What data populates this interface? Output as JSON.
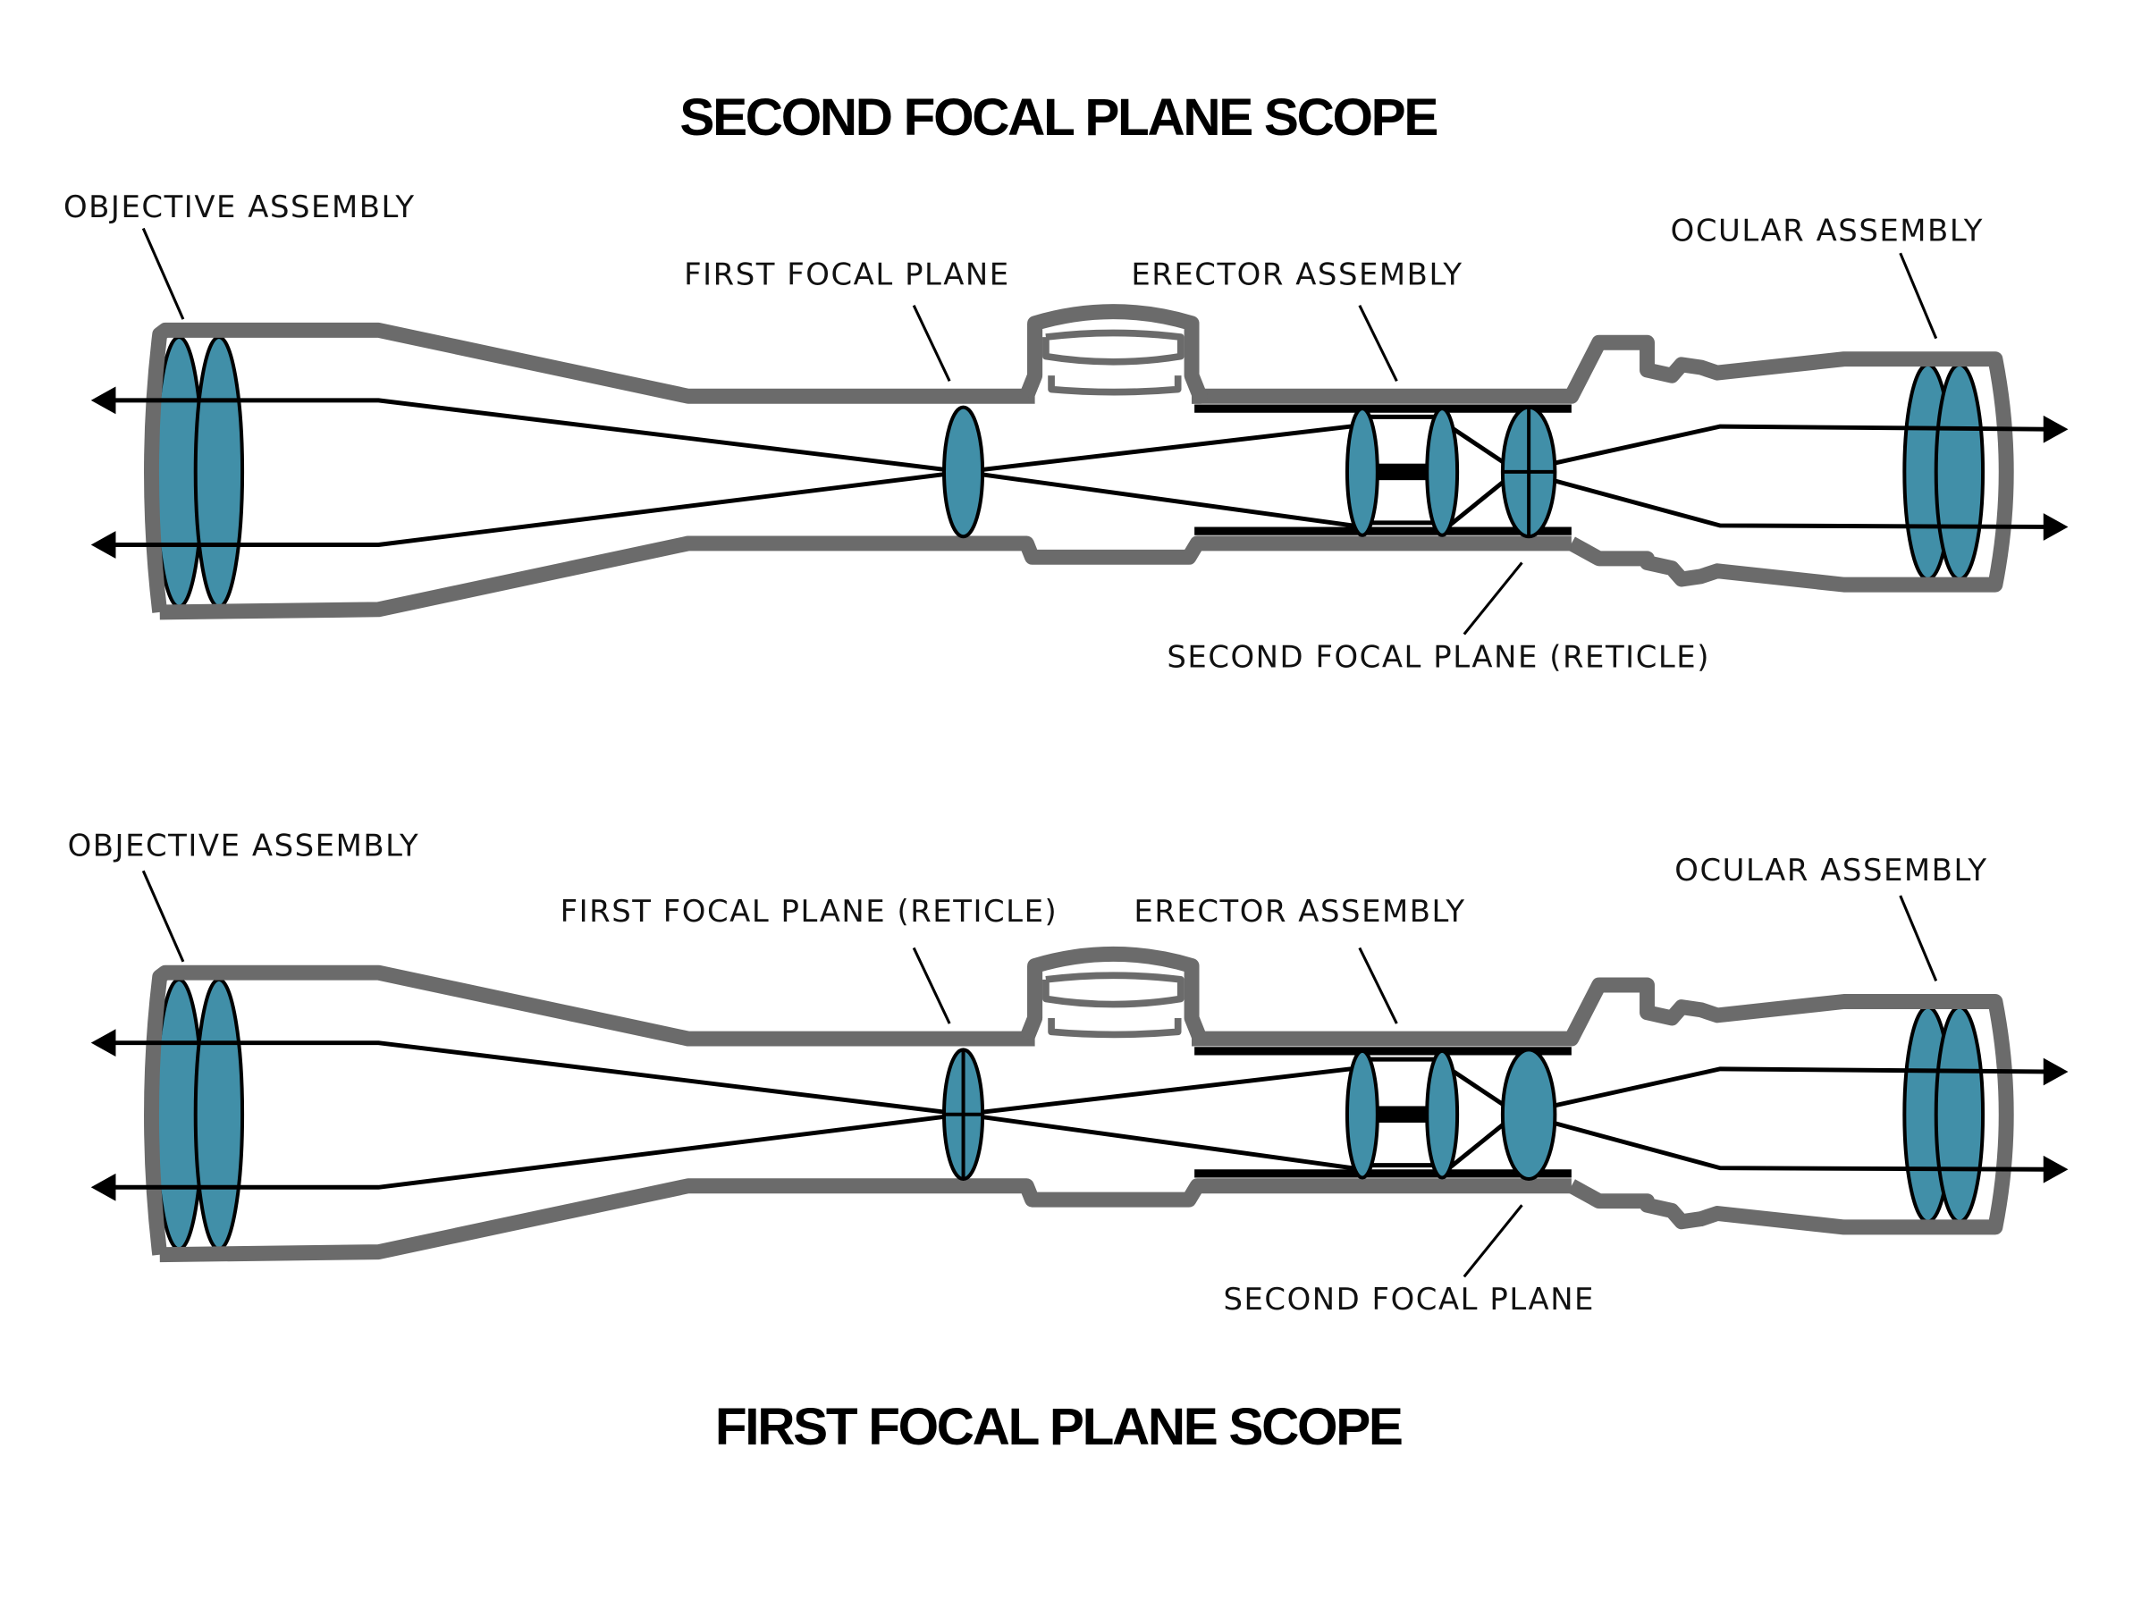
{
  "diagram": {
    "colors": {
      "body": "#6b6b6b",
      "lens": "#418fa8",
      "ray": "#000000",
      "background": "#ffffff"
    },
    "scopes": [
      {
        "id": "sfp",
        "title": "SECOND FOCAL PLANE SCOPE",
        "title_position": "top",
        "reticle_location": "second focal plane",
        "labels": {
          "objective": "OBJECTIVE ASSEMBLY",
          "first_focal": "FIRST FOCAL PLANE",
          "erector": "ERECTOR ASSEMBLY",
          "ocular": "OCULAR ASSEMBLY",
          "second_focal": "SECOND FOCAL PLANE (RETICLE)"
        }
      },
      {
        "id": "ffp",
        "title": "FIRST FOCAL PLANE SCOPE",
        "title_position": "bottom",
        "reticle_location": "first focal plane",
        "labels": {
          "objective": "OBJECTIVE ASSEMBLY",
          "first_focal": "FIRST FOCAL PLANE (RETICLE)",
          "erector": "ERECTOR ASSEMBLY",
          "ocular": "OCULAR ASSEMBLY",
          "second_focal": "SECOND FOCAL PLANE"
        }
      }
    ]
  }
}
